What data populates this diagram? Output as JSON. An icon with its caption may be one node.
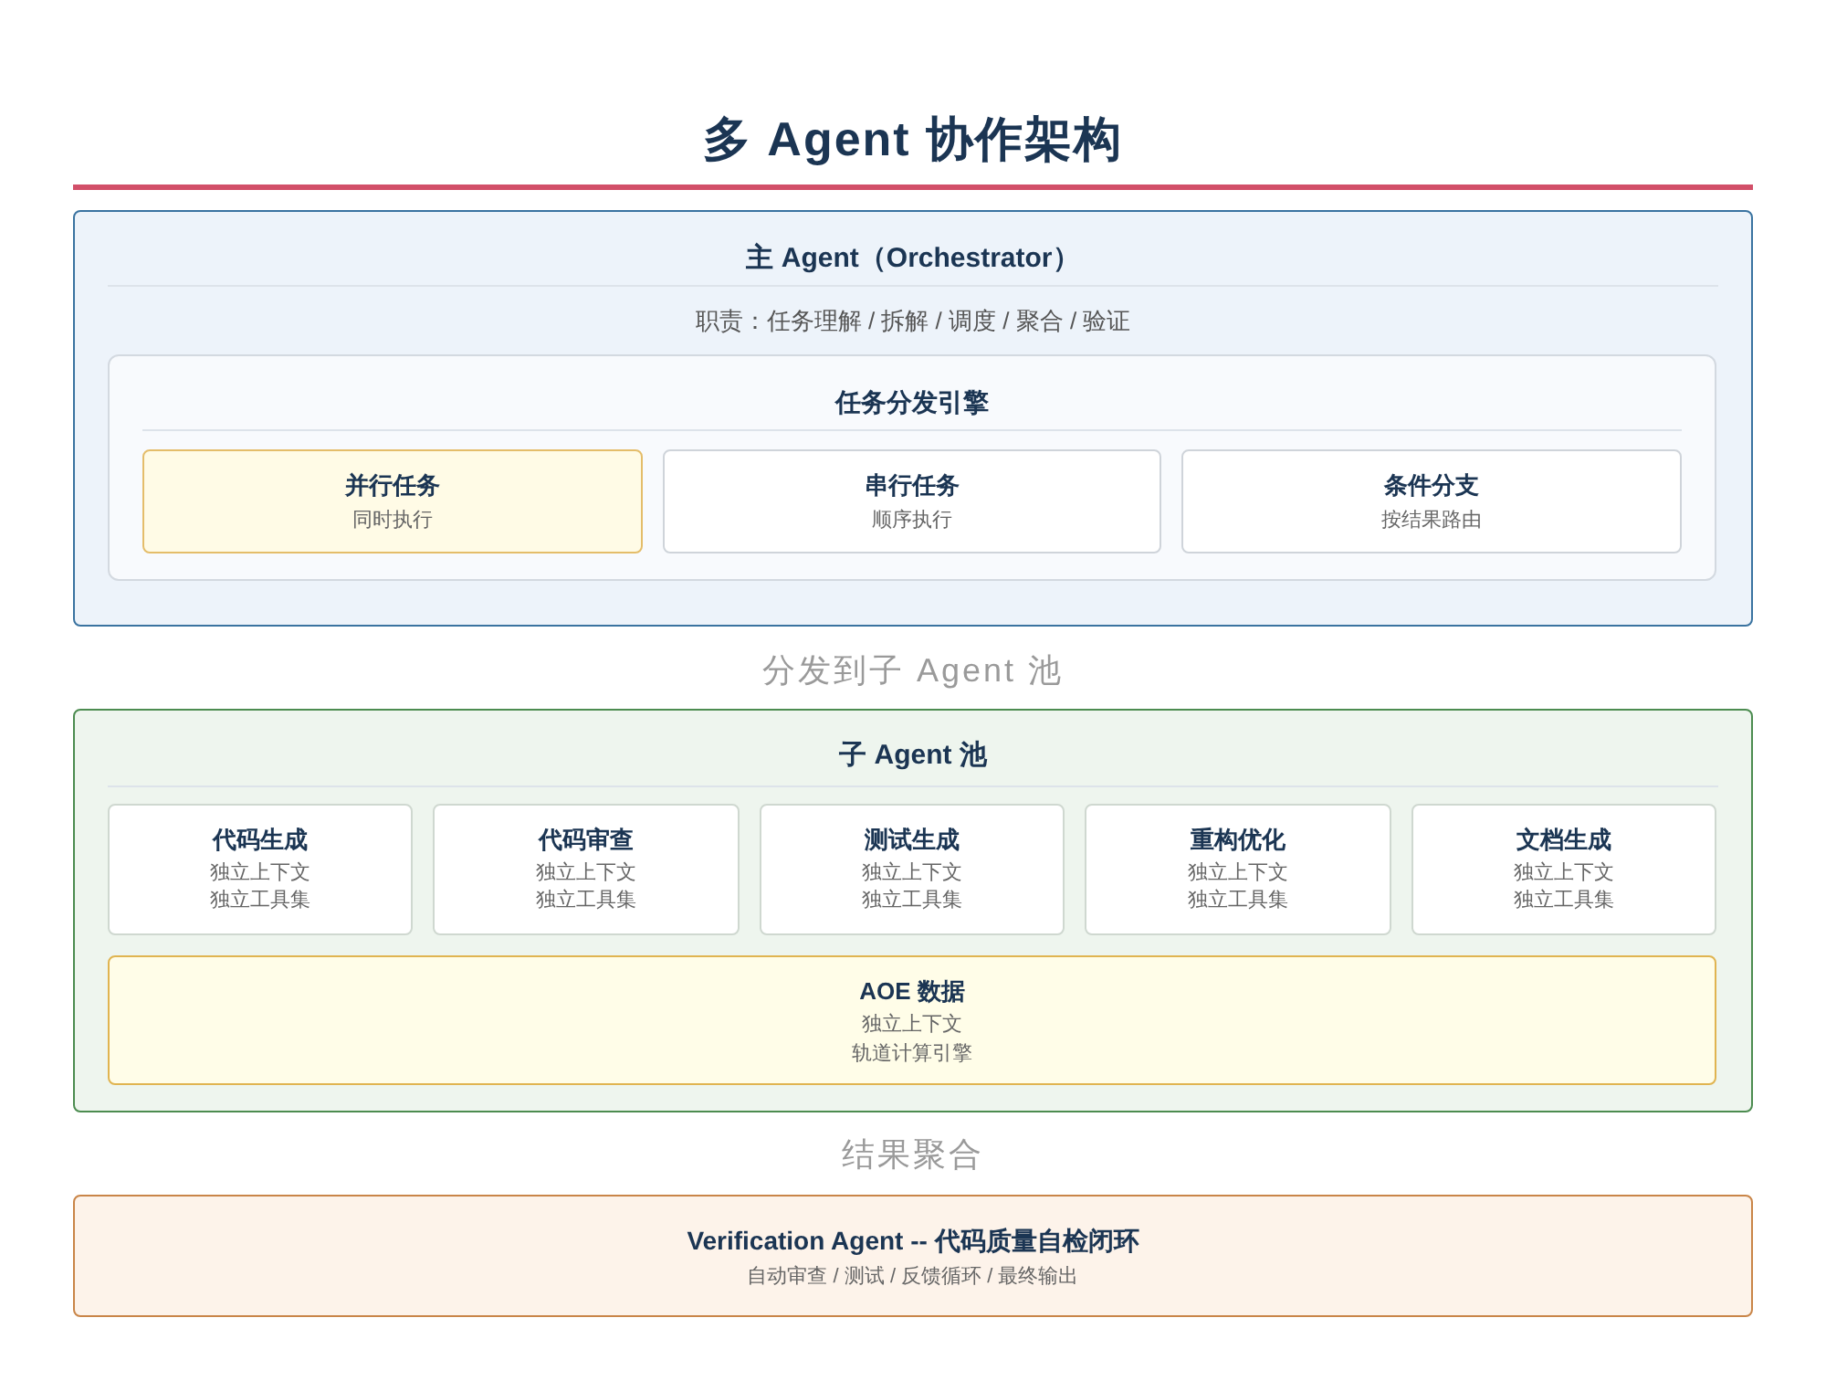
{
  "diagram": {
    "title": "多 Agent 协作架构",
    "nodes": [
      {
        "text": [
          "主 Agent（Orchestrator）",
          "职责：任务理解 / 拆解 / 调度 / 聚合 / 验证"
        ]
      },
      {
        "text": [
          "任务分发引擎"
        ],
        "in": 0
      },
      {
        "text": [
          "并行任务",
          "同时执行"
        ],
        "in": 1
      },
      {
        "text": [
          "串行任务",
          "顺序执行"
        ],
        "in": 1
      },
      {
        "text": [
          "条件分支",
          "按结果路由"
        ],
        "in": 1
      },
      {
        "text": [
          "子 Agent 池"
        ]
      },
      {
        "text": [
          "代码生成",
          "独立上下文",
          "独立工具集"
        ],
        "in": 5
      },
      {
        "text": [
          "代码审查",
          "独立上下文",
          "独立工具集"
        ],
        "in": 5
      },
      {
        "text": [
          "测试生成",
          "独立上下文",
          "独立工具集"
        ],
        "in": 5
      },
      {
        "text": [
          "重构优化",
          "独立上下文",
          "独立工具集"
        ],
        "in": 5
      },
      {
        "text": [
          "文档生成",
          "独立上下文",
          "独立工具集"
        ],
        "in": 5
      },
      {
        "text": [
          "AOE 数据",
          "独立上下文",
          "轨道计算引擎"
        ],
        "in": 5
      },
      {
        "text": [
          "Verification Agent -- 代码质量自检闭环",
          "自动审查 / 测试 / 反馈循环 / 最终输出"
        ]
      }
    ],
    "labels": [
      "分发到子 Agent 池",
      "结果聚合"
    ]
  }
}
